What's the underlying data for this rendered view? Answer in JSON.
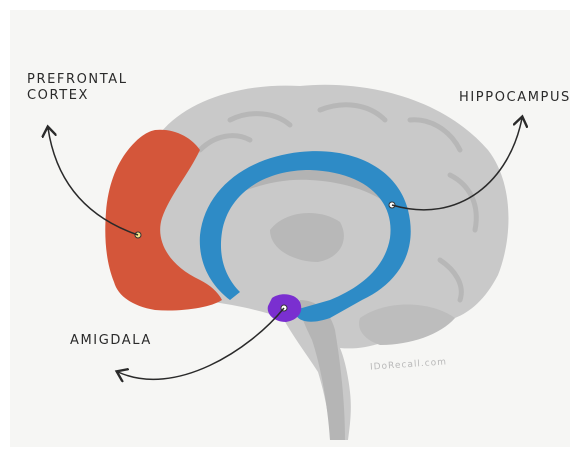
{
  "labels": {
    "prefrontal_cortex": "PREFRONTAL\nCORTEX",
    "hippocampus": "HIPPOCAMPUS",
    "amygdala": "AMIGDALA"
  },
  "signature": "IDoRecall.com",
  "colors": {
    "background": "#f6f6f4",
    "brain_gray": "#c9c9c9",
    "brain_dark": "#b3b3b3",
    "prefrontal": "#d4563a",
    "hippocampus": "#2e8bc6",
    "amygdala": "#7a2fd0",
    "ink": "#2a2a2a"
  }
}
